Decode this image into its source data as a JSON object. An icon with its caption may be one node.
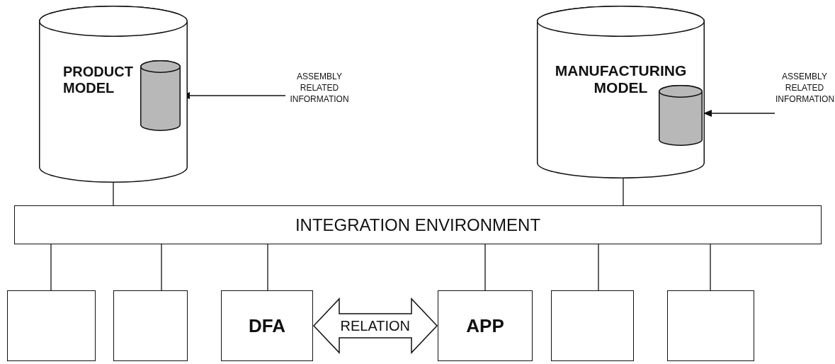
{
  "diagram": {
    "nodes": [
      {
        "text": [
          "PRODUCT MODEL"
        ]
      },
      {
        "text": [],
        "shape": "cylinder",
        "in": 0
      },
      {
        "text": [
          "ASSEMBLY RELATED INFORMATION"
        ]
      },
      {
        "text": [
          "MANUFACTURING MODEL"
        ]
      },
      {
        "text": [],
        "shape": "cylinder",
        "in": 3
      },
      {
        "text": [
          "ASSEMBLY RELATED INFORMATION"
        ]
      },
      {
        "text": [
          "INTEGRATION ENVIRONMENT"
        ]
      },
      {
        "text": [],
        "shape": "box"
      },
      {
        "text": [],
        "shape": "box"
      },
      {
        "text": [
          "DFA"
        ]
      },
      {
        "text": [
          "APP"
        ]
      },
      {
        "text": [],
        "shape": "box"
      },
      {
        "text": [],
        "shape": "box"
      }
    ],
    "edges": [
      {
        "from": 2,
        "to": 1,
        "arrow": "to"
      },
      {
        "from": 5,
        "to": 4,
        "arrow": "to"
      },
      {
        "from": 0,
        "to": 6,
        "arrow": "none"
      },
      {
        "from": 3,
        "to": 6,
        "arrow": "none"
      },
      {
        "from": 6,
        "to": 7,
        "arrow": "none"
      },
      {
        "from": 6,
        "to": 8,
        "arrow": "none"
      },
      {
        "from": 6,
        "to": 9,
        "arrow": "none"
      },
      {
        "from": 6,
        "to": 10,
        "arrow": "none"
      },
      {
        "from": 6,
        "to": 11,
        "arrow": "none"
      },
      {
        "from": 6,
        "to": 12,
        "arrow": "none"
      },
      {
        "from": 9,
        "to": 10,
        "label": "RELATION",
        "arrow": "both",
        "style": "thick"
      }
    ]
  }
}
